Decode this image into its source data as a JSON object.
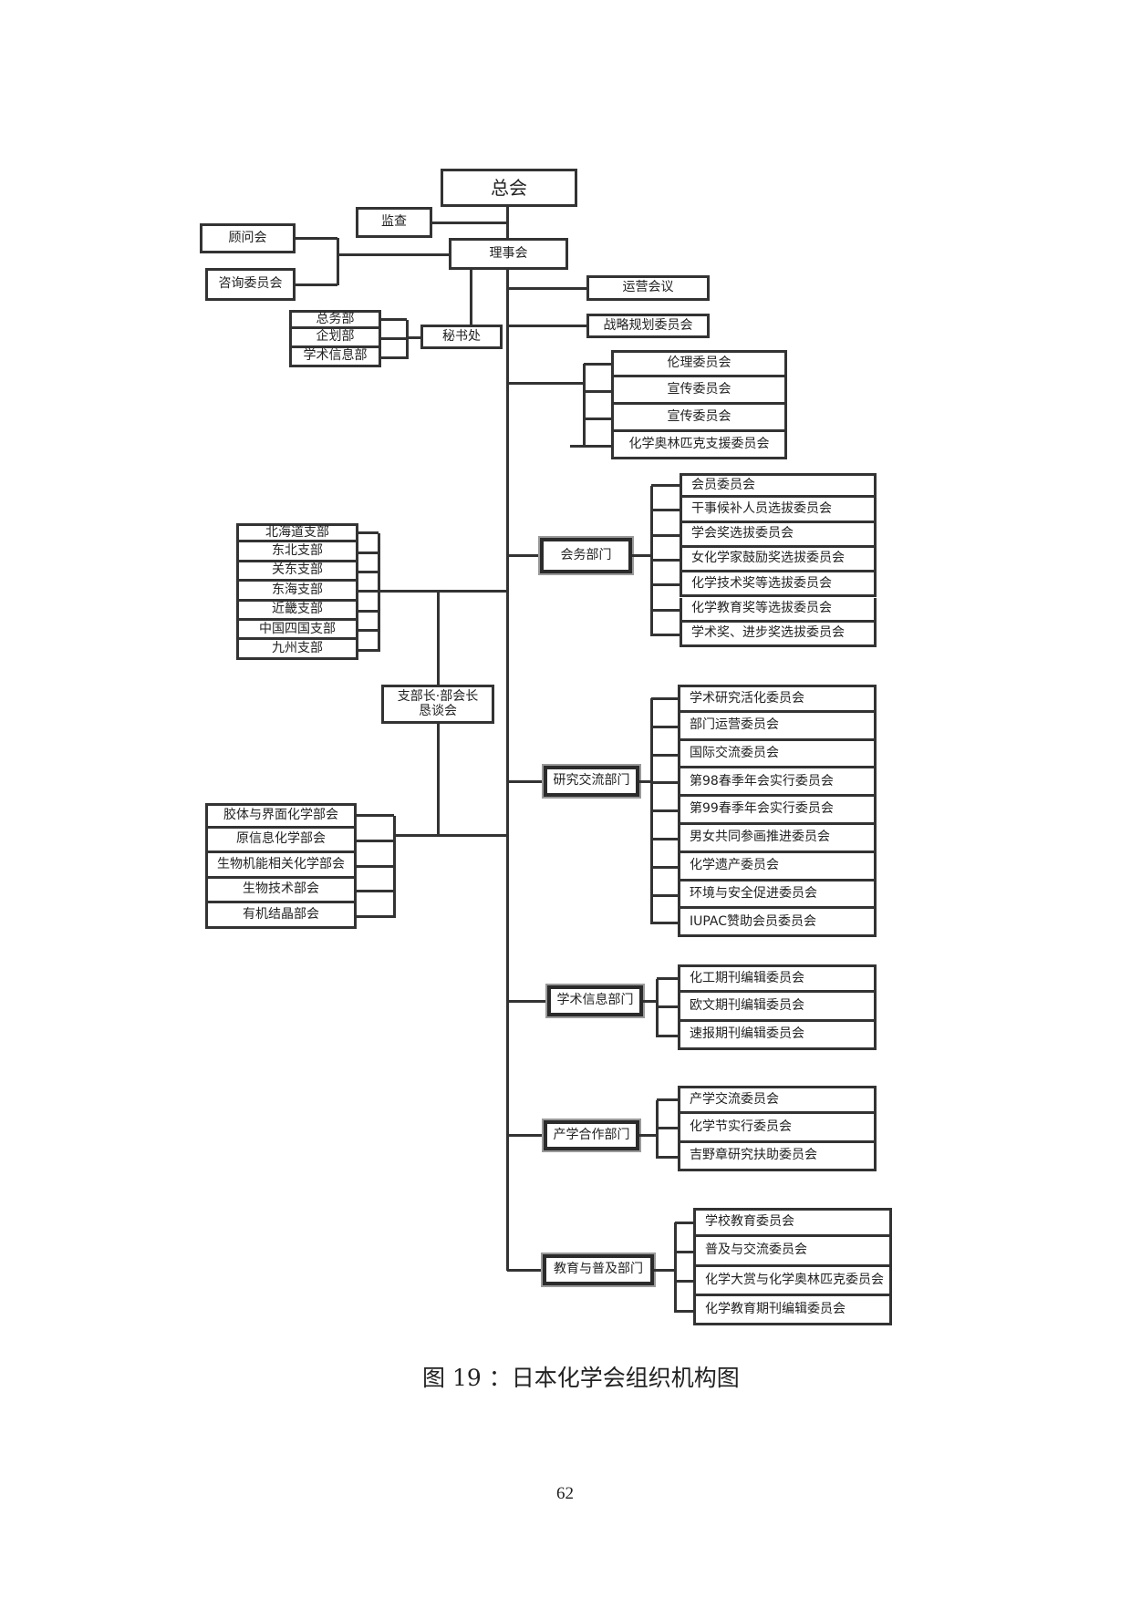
{
  "top": {
    "general_assembly": "总会",
    "audit": "监查",
    "board": "理事会",
    "advisory": "顾问会",
    "consulting": "咨询委员会",
    "secretariat": "秘书处",
    "operations_meeting": "运营会议",
    "strategy_committee": "战略规划委员会"
  },
  "secretariat_units": [
    "总务部",
    "企划部",
    "学术信息部"
  ],
  "board_committees": [
    "伦理委员会",
    "宣传委员会",
    "宣传委员会",
    "化学奥林匹克支援委员会"
  ],
  "branches": [
    "北海道支部",
    "东北支部",
    "关东支部",
    "东海支部",
    "近畿支部",
    "中国四国支部",
    "九州支部"
  ],
  "branch_meeting": "支部长·部会长\n恳谈会",
  "divisions": [
    "胶体与界面化学部会",
    "原信息化学部会",
    "生物机能相关化学部会",
    "生物技术部会",
    "有机结晶部会"
  ],
  "departments": [
    {
      "name": "会务部门",
      "committees": [
        "会员委员会",
        "干事候补人员选拔委员会",
        "学会奖选拔委员会",
        "女化学家鼓励奖选拔委员会",
        "化学技术奖等选拔委员会",
        "化学教育奖等选拔委员会",
        "学术奖、进步奖选拔委员会"
      ]
    },
    {
      "name": "研究交流部门",
      "committees": [
        "学术研究活化委员会",
        "部门运营委员会",
        "国际交流委员会",
        "第98春季年会实行委员会",
        "第99春季年会实行委员会",
        "男女共同参画推进委员会",
        "化学遗产委员会",
        "环境与安全促进委员会",
        "IUPAC赞助会员委员会"
      ]
    },
    {
      "name": "学术信息部门",
      "committees": [
        "化工期刊编辑委员会",
        "欧文期刊编辑委员会",
        "速报期刊编辑委员会"
      ]
    },
    {
      "name": "产学合作部门",
      "committees": [
        "产学交流委员会",
        "化学节实行委员会",
        "吉野章研究扶助委员会"
      ]
    },
    {
      "name": "教育与普及部门",
      "committees": [
        "学校教育委员会",
        "普及与交流委员会",
        "化学大赏与化学奥林匹克委员会",
        "化学教育期刊编辑委员会"
      ]
    }
  ],
  "caption": "图 19 ：日本化学会组织机构图",
  "page_number": "62"
}
